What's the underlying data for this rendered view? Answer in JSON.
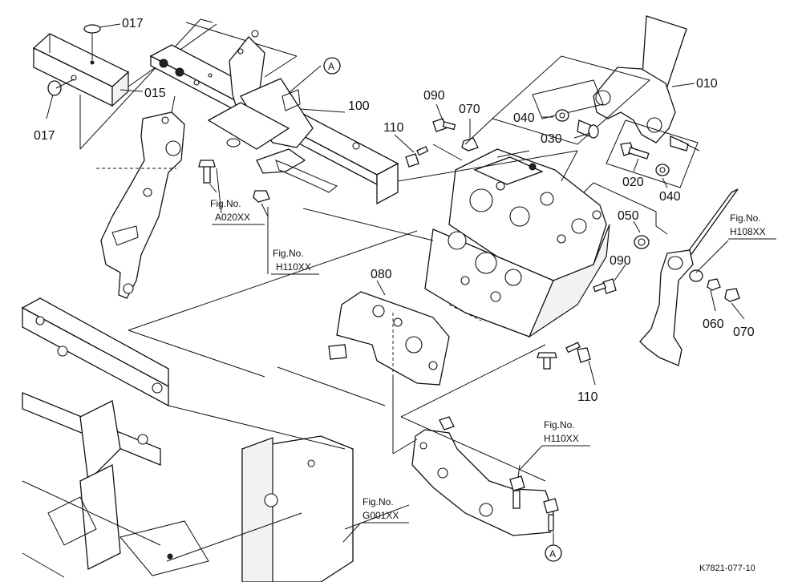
{
  "diagram": {
    "part_labels": [
      {
        "id": "017_top",
        "text": "017"
      },
      {
        "id": "015",
        "text": "015"
      },
      {
        "id": "017_bot",
        "text": "017"
      },
      {
        "id": "100",
        "text": "100"
      },
      {
        "id": "110_top",
        "text": "110"
      },
      {
        "id": "090_top",
        "text": "090"
      },
      {
        "id": "070_top",
        "text": "070"
      },
      {
        "id": "010",
        "text": "010"
      },
      {
        "id": "040_l",
        "text": "040"
      },
      {
        "id": "030",
        "text": "030"
      },
      {
        "id": "020",
        "text": "020"
      },
      {
        "id": "040_r",
        "text": "040"
      },
      {
        "id": "050",
        "text": "050"
      },
      {
        "id": "090_mid",
        "text": "090"
      },
      {
        "id": "080",
        "text": "080"
      },
      {
        "id": "110_bot",
        "text": "110"
      },
      {
        "id": "060",
        "text": "060"
      },
      {
        "id": "070_bot",
        "text": "070"
      }
    ],
    "fig_refs": [
      {
        "id": "a020",
        "prefix": "Fig.No.",
        "code": "A020XX"
      },
      {
        "id": "h110_top",
        "prefix": "Fig.No.",
        "code": "H110XX"
      },
      {
        "id": "h108",
        "prefix": "Fig.No.",
        "code": "H108XX"
      },
      {
        "id": "h110_bot",
        "prefix": "Fig.No.",
        "code": "H110XX"
      },
      {
        "id": "g001",
        "prefix": "Fig.No.",
        "code": "G001XX"
      }
    ],
    "callouts": [
      {
        "id": "A_top",
        "text": "A"
      },
      {
        "id": "A_bot",
        "text": "A"
      }
    ],
    "drawing_code": "K7821-077-10"
  }
}
